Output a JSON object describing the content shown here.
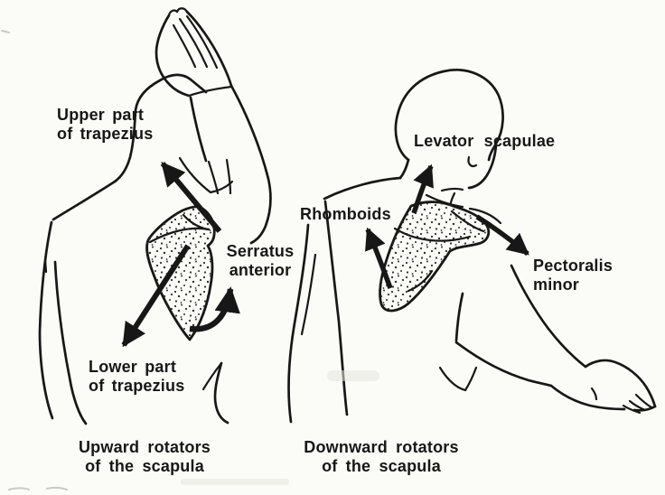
{
  "illustration": {
    "left_figure": {
      "labels": {
        "upper_trapezius": "Upper part\nof trapezius",
        "serratus_anterior": "Serratus\nanterior",
        "lower_trapezius": "Lower part\nof trapezius"
      },
      "caption": "Upward rotators\nof the scapula"
    },
    "right_figure": {
      "labels": {
        "levator_scapulae": "Levator scapulae",
        "rhomboids": "Rhomboids",
        "pectoralis_minor": "Pectoralis\nminor"
      },
      "caption": "Downward rotators\nof the scapula"
    },
    "colors": {
      "ink": "#171717",
      "paper": "#fbfbf8"
    }
  }
}
